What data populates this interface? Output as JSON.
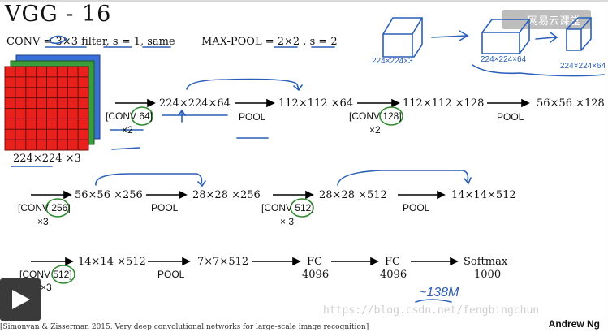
{
  "title": "VGG - 16",
  "conv_def": "CONV = 3×3 filter, s = 1, same",
  "pool_def": "MAX-POOL = 2×2 , s = 2",
  "input_label": "224×224 ×3",
  "row1": {
    "conv1": "[CONV 64]",
    "conv1_rep": "×2",
    "out1": "224×224×64",
    "pool1": "POOL",
    "out2": "112×112 ×64",
    "conv2": "[CONV 128]",
    "conv2_rep": "×2",
    "out3": "112×112 ×128",
    "pool2": "POOL",
    "out4": "56×56 ×128"
  },
  "row2": {
    "conv3": "[CONV 256]",
    "conv3_rep": "×3",
    "out5": "56×56 ×256",
    "pool3": "POOL",
    "out6": "28×28 ×256",
    "conv4": "[CONV 512]",
    "conv4_rep": "× 3",
    "out7": "28×28 ×512",
    "pool4": "POOL",
    "out8": "14×14×512"
  },
  "row3": {
    "conv5": "[CONV 512]",
    "conv5_rep": "×3",
    "out9": "14×14 ×512",
    "pool5": "POOL",
    "out10": "7×7×512",
    "fc1": "FC",
    "fc1_units": "4096",
    "fc2": "FC",
    "fc2_units": "4096",
    "softmax": "Softmax",
    "softmax_units": "1000"
  },
  "handwritten": {
    "sketch1": "224×224×3",
    "sketch2": "224×224×64",
    "sketch3": "224×224×64",
    "params": "~138M"
  },
  "logo_text": "网易云课堂",
  "watermark": "https://blog.csdn.net/fengbingchun",
  "author": "Andrew Ng",
  "citation": "[Simonyan & Zisserman 2015. Very deep convolutional networks for large-scale image recognition]",
  "colors": {
    "red_grid": "#e8211c",
    "green_layer": "#3a9c3a",
    "blue_layer": "#3a6fd6",
    "pen_blue": "#2b5fb8",
    "pen_green": "#2e8b2e"
  }
}
